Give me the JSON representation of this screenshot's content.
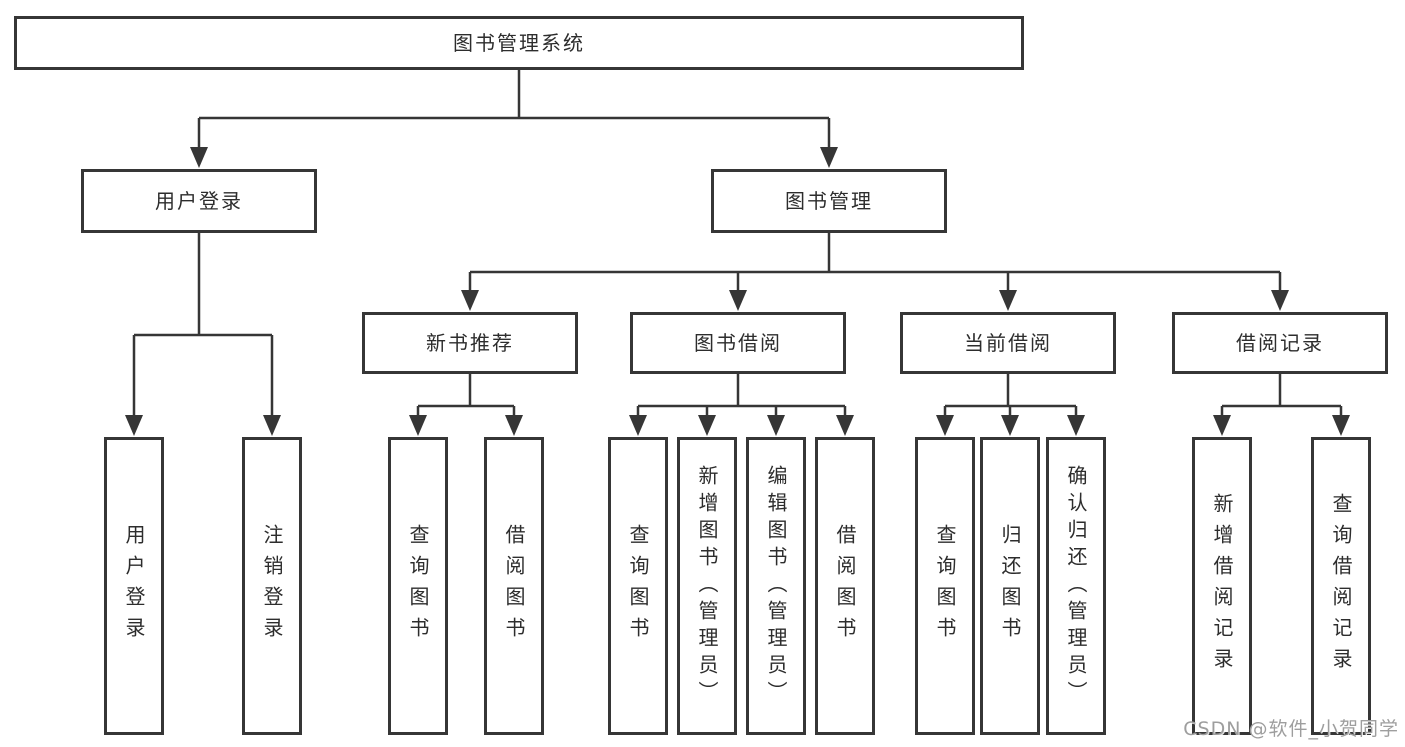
{
  "watermark": "CSDN @软件_小贺同学",
  "colors": {
    "background": "#ffffff",
    "line": "#363636",
    "box_border": "#363636",
    "text": "#2d2d2d",
    "watermark": "#9e9e9e"
  },
  "tree": {
    "label": "图书管理系统",
    "children": [
      {
        "label": "用户登录",
        "children": [
          {
            "label": "用户登录"
          },
          {
            "label": "注销登录"
          }
        ]
      },
      {
        "label": "图书管理",
        "children": [
          {
            "label": "新书推荐",
            "children": [
              {
                "label": "查询图书"
              },
              {
                "label": "借阅图书"
              }
            ]
          },
          {
            "label": "图书借阅",
            "children": [
              {
                "label": "查询图书"
              },
              {
                "label": "新增图书（管理员）"
              },
              {
                "label": "编辑图书（管理员）"
              },
              {
                "label": "借阅图书"
              }
            ]
          },
          {
            "label": "当前借阅",
            "children": [
              {
                "label": "查询图书"
              },
              {
                "label": "归还图书"
              },
              {
                "label": "确认归还（管理员）"
              }
            ]
          },
          {
            "label": "借阅记录",
            "children": [
              {
                "label": "新增借阅记录"
              },
              {
                "label": "查询借阅记录"
              }
            ]
          }
        ]
      }
    ]
  }
}
